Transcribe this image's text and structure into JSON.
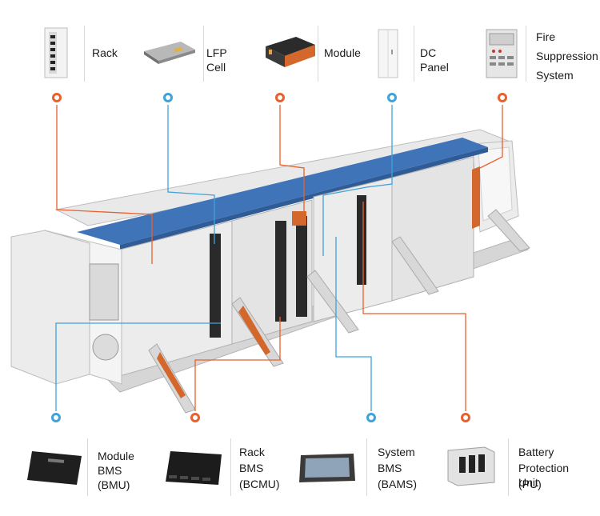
{
  "top_components": [
    {
      "id": "rack",
      "label": "Rack",
      "dot_color": "#e8612c"
    },
    {
      "id": "lfp-cell",
      "label": "LFP Cell",
      "dot_color": "#3fa3d8"
    },
    {
      "id": "module",
      "label": "Module",
      "dot_color": "#e8612c"
    },
    {
      "id": "dc-panel",
      "label": "DC Panel",
      "dot_color": "#3fa3d8"
    },
    {
      "id": "fire-suppression",
      "label_lines": [
        "Fire",
        "Suppression",
        "System"
      ],
      "dot_color": "#e8612c"
    }
  ],
  "bottom_components": [
    {
      "id": "bmu",
      "label_lines": [
        "Module",
        "BMS",
        "(BMU)"
      ],
      "dot_color": "#3fa3d8"
    },
    {
      "id": "bcmu",
      "label_lines": [
        "Rack",
        "BMS",
        "(BCMU)"
      ],
      "dot_color": "#e8612c"
    },
    {
      "id": "bams",
      "label_lines": [
        "System",
        "BMS",
        "(BAMS)"
      ],
      "dot_color": "#3fa3d8"
    },
    {
      "id": "pu",
      "label_lines": [
        "Battery",
        "Protection Unit",
        "(PU)"
      ],
      "dot_color": "#e8612c"
    }
  ],
  "colors": {
    "orange": "#e8612c",
    "blue": "#3fa3d8",
    "roof": "#3f74b8",
    "frame": "#dcdcdc"
  }
}
